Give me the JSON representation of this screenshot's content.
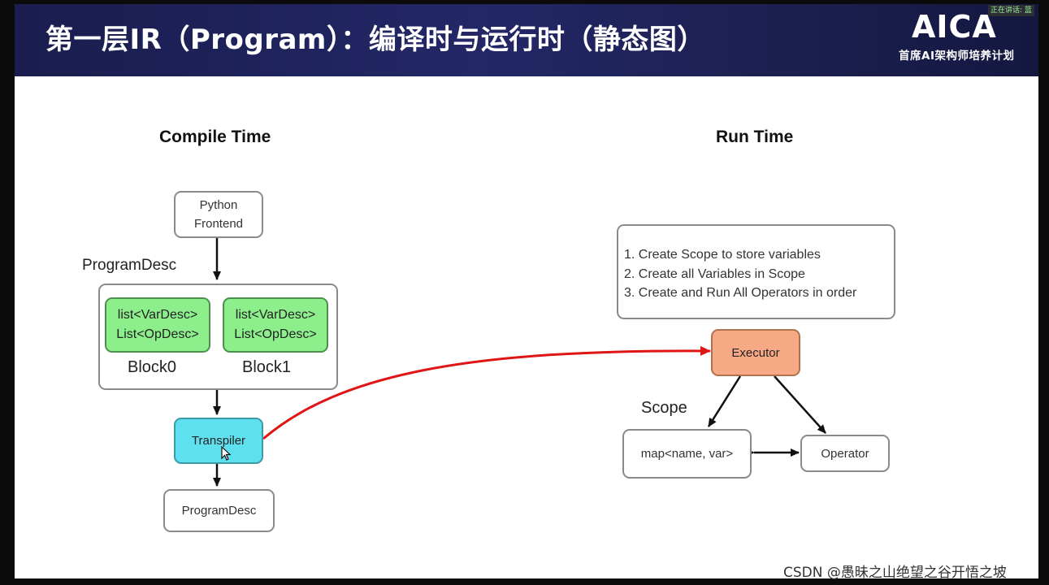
{
  "header": {
    "title": "第一层IR（Program）：编译时与运行时（静态图）",
    "logo": "AICA",
    "logo_subtitle": "首席AI架构师培养计划"
  },
  "overlay": {
    "badge": "正在讲话: 蓝"
  },
  "watermark": "CSDN @愚昧之山绝望之谷开悟之坡",
  "compile_time": {
    "title": "Compile Time",
    "python_frontend": [
      "Python",
      "Frontend"
    ],
    "programdesc_label": "ProgramDesc",
    "blocks": [
      {
        "lines": [
          "list<VarDesc>",
          "List<OpDesc>"
        ],
        "label": "Block0"
      },
      {
        "lines": [
          "list<VarDesc>",
          "List<OpDesc>"
        ],
        "label": "Block1"
      }
    ],
    "transpiler": "Transpiler",
    "output_programdesc": "ProgramDesc"
  },
  "run_time": {
    "title": "Run Time",
    "steps": [
      "1. Create Scope to store variables",
      "2. Create all Variables in Scope",
      "3. Create and Run All Operators in order"
    ],
    "executor": "Executor",
    "scope_label": "Scope",
    "scope_map": "map<name, var>",
    "operator": "Operator"
  },
  "colors": {
    "header_bg": "#1f2360",
    "block_fill": "#8cef8c",
    "transpiler_fill": "#5fe0ee",
    "executor_fill": "#f7a985",
    "link_arrow": "#e01515"
  }
}
